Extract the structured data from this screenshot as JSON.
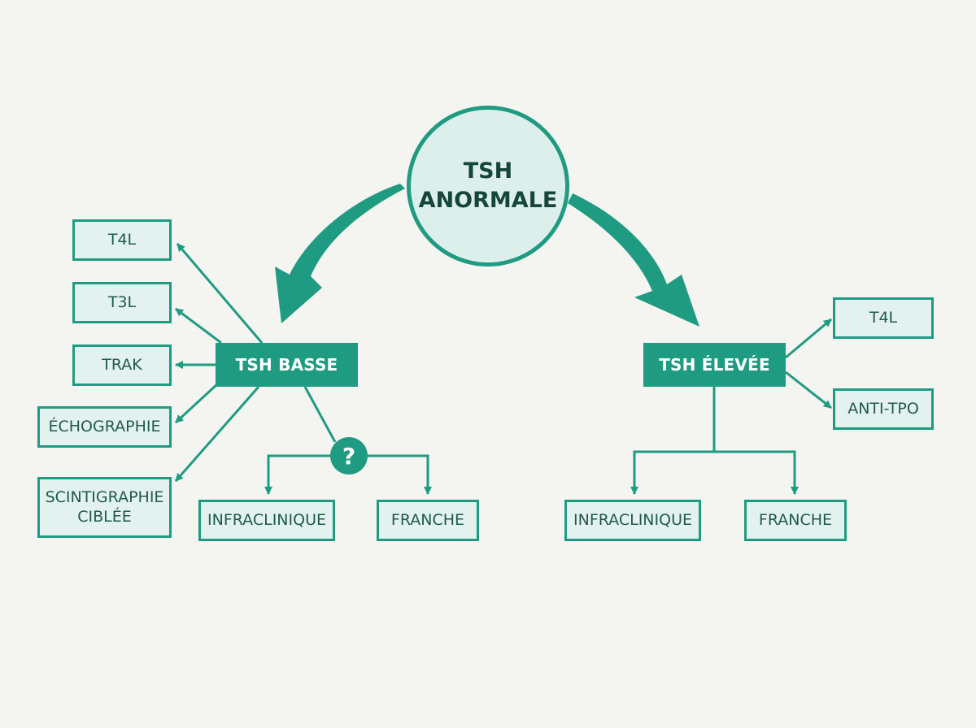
{
  "diagram": {
    "root": {
      "line1": "TSH",
      "line2": "ANORMALE"
    },
    "low_branch": {
      "label": "TSH BASSE",
      "tests": [
        {
          "label": "T4L"
        },
        {
          "label": "T3L"
        },
        {
          "label": "TRAK"
        },
        {
          "label": "ÉCHOGRAPHIE"
        },
        {
          "line1": "SCINTIGRAPHIE",
          "line2": "CIBLÉE"
        }
      ],
      "decision_symbol": "?",
      "outcomes": [
        "INFRACLINIQUE",
        "FRANCHE"
      ]
    },
    "high_branch": {
      "label": "TSH ÉLEVÉE",
      "tests": [
        {
          "label": "T4L"
        },
        {
          "label": "ANTI-TPO"
        }
      ],
      "outcomes": [
        "INFRACLINIQUE",
        "FRANCHE"
      ]
    },
    "colors": {
      "accent": "#1f9b82",
      "box_fill": "#e3f2ef",
      "text": "#1f5a4e",
      "background": "#f4f4f0"
    }
  }
}
